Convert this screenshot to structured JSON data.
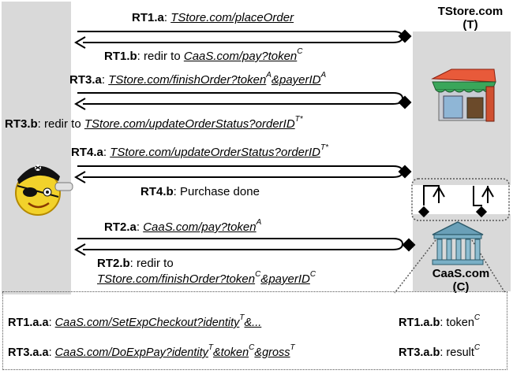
{
  "parties": {
    "tstore": {
      "name": "TStore.com",
      "abbr": "(T)"
    },
    "caas": {
      "name": "CaaS.com",
      "abbr": "(C)"
    }
  },
  "icons": {
    "attacker": "pirate-smiley-icon",
    "tstore": "storefront-icon",
    "caas": "bank-building-icon"
  },
  "messages": {
    "rt1a": {
      "tag": "RT1.a",
      "sep": ": ",
      "url": "TStore.com/placeOrder"
    },
    "rt1b": {
      "tag": "RT1.b",
      "text": ": redir to ",
      "url": "CaaS.com/pay?token",
      "sup": "C"
    },
    "rt3a": {
      "tag": "RT3.a",
      "sep": ": ",
      "url1": "TStore.com/finishOrder?token",
      "sup1": "A",
      "url2": "&payerID",
      "sup2": "A"
    },
    "rt3b": {
      "tag": "RT3.b",
      "text": ": redir to ",
      "url": "TStore.com/updateOrderStatus?orderID",
      "sup": "T*"
    },
    "rt4a": {
      "tag": "RT4.a",
      "sep": ": ",
      "url": "TStore.com/updateOrderStatus?orderID",
      "sup": "T*"
    },
    "rt4b": {
      "tag": "RT4.b",
      "text": ":  Purchase done"
    },
    "rt2a": {
      "tag": "RT2.a",
      "sep": ": ",
      "url": "CaaS.com/pay?token",
      "sup": "A"
    },
    "rt2b": {
      "tag": "RT2.b",
      "text": ": redir to",
      "url1": "TStore.com/finishOrder?token",
      "sup1": "C",
      "url2": "&payerID",
      "sup2": "C"
    }
  },
  "legend": {
    "row1_left": {
      "tag": "RT1.a.a",
      "sep": ": ",
      "url": "CaaS.com/SetExpCheckout?identity",
      "sup": "T",
      "tail": "&..."
    },
    "row1_right": {
      "tag": "RT1.a.b",
      "text": ": token",
      "sup": "C"
    },
    "row2_left": {
      "tag": "RT3.a.a",
      "sep": ": ",
      "url1": "CaaS.com/DoExpPay?identity",
      "sup1": "T",
      "url2": "&token",
      "sup2": "C",
      "url3": "&gross",
      "sup3": "T"
    },
    "row2_right": {
      "tag": "RT3.a.b",
      "text": ": result",
      "sup": "C"
    }
  },
  "colors": {
    "column": "#d9d9d9",
    "arrow": "#000000",
    "dotted": "#555555"
  }
}
